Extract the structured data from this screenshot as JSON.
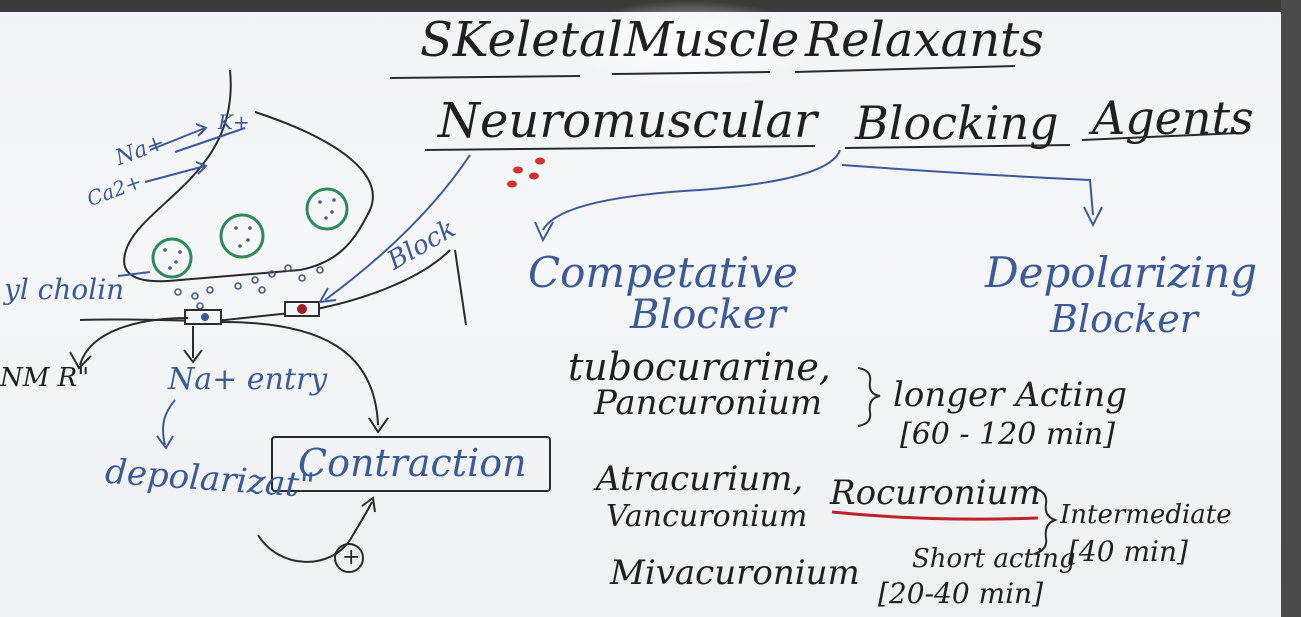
{
  "title": {
    "w1": "SKeletal",
    "w2": "Muscle",
    "w3": "Relaxants"
  },
  "subtitle": {
    "w1": "Neuromuscular",
    "w2": "Blocking",
    "w3": "Agents"
  },
  "branches": {
    "left": {
      "line1": "Competative",
      "line2": "Blocker"
    },
    "right": {
      "line1": "Depolarizing",
      "line2": "Blocker"
    }
  },
  "diagram": {
    "na": "Na+",
    "k": "K+",
    "ca": "Ca2+",
    "acetylcholine": "yl cholin",
    "block": "Block",
    "receptor": "NM R\"",
    "na_entry": "Na+ entry",
    "depolarization": "depolarizat\"",
    "contraction": "Contraction",
    "plus": "+"
  },
  "drugs": {
    "tubocurarine": "tubocurarine,",
    "pancuronium": "Pancuronium",
    "long_label": "longer Acting",
    "long_time": "[60 - 120 min]",
    "atracurium": "Atracurium,",
    "rocuronium": "Rocuronium",
    "vancuronium": "Vancuronium",
    "inter_label": "Intermediate",
    "inter_time": "[40 min]",
    "mivacurium": "Mivacuronium",
    "short_label": "Short acting",
    "short_time": "[20-40 min]"
  },
  "colors": {
    "ink": "#1f1f24",
    "blue": "#3c5a98",
    "green": "#2e8a5a",
    "red": "#c0202a"
  }
}
